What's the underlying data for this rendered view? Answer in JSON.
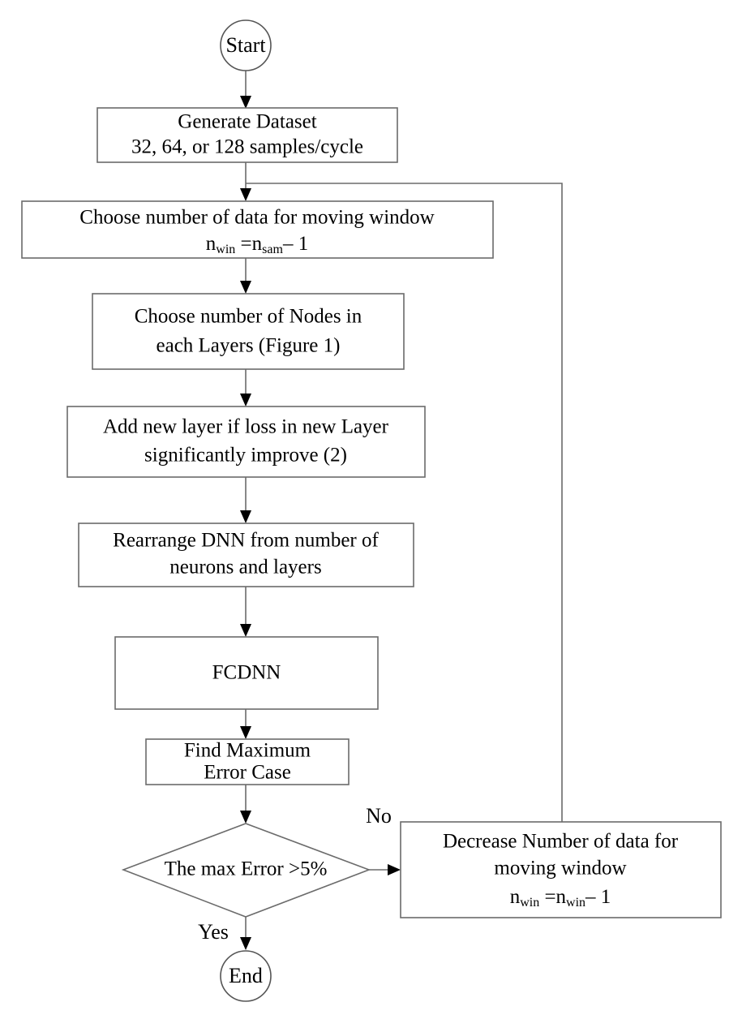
{
  "diagram": {
    "title": "DNN training flowchart",
    "background_color": "#ffffff",
    "line_color": "#6b6b6b",
    "text_color": "#000000"
  },
  "nodes": {
    "start": {
      "label": "Start",
      "shape": "circle"
    },
    "generate_dataset": {
      "line1": "Generate Dataset",
      "line2": "32, 64, or 128 samples/cycle",
      "shape": "rectangle"
    },
    "choose_window": {
      "line1": "Choose number of data for moving window",
      "formula_prefix": "n",
      "formula_sub1": "win",
      "formula_mid": " =n",
      "formula_sub2": "sam",
      "formula_suffix": "– 1",
      "shape": "rectangle"
    },
    "choose_nodes": {
      "line1": "Choose number of Nodes in",
      "line2": "each Layers (Figure 1)",
      "shape": "rectangle"
    },
    "add_layer": {
      "line1": "Add new layer if loss  in new Layer",
      "line2": "significantly improve (2)",
      "shape": "rectangle"
    },
    "rearrange_dnn": {
      "line1": "Rearrange DNN from number of",
      "line2": "neurons and layers",
      "shape": "rectangle"
    },
    "fcdnn": {
      "line1": "FCDNN",
      "shape": "rectangle"
    },
    "find_max_error": {
      "line1": "Find Maximum",
      "line2": "Error Case",
      "shape": "rectangle"
    },
    "decision": {
      "label": "The max Error >5%",
      "shape": "diamond"
    },
    "decrease_window": {
      "line1": "Decrease Number of data for",
      "line2": "moving window",
      "formula_prefix": "n",
      "formula_sub1": "win",
      "formula_mid": " =n",
      "formula_sub2": "win",
      "formula_suffix": "– 1",
      "shape": "rectangle"
    },
    "end": {
      "label": "End",
      "shape": "circle"
    }
  },
  "edges": {
    "decision_no": {
      "label": "No"
    },
    "decision_yes": {
      "label": "Yes"
    }
  }
}
